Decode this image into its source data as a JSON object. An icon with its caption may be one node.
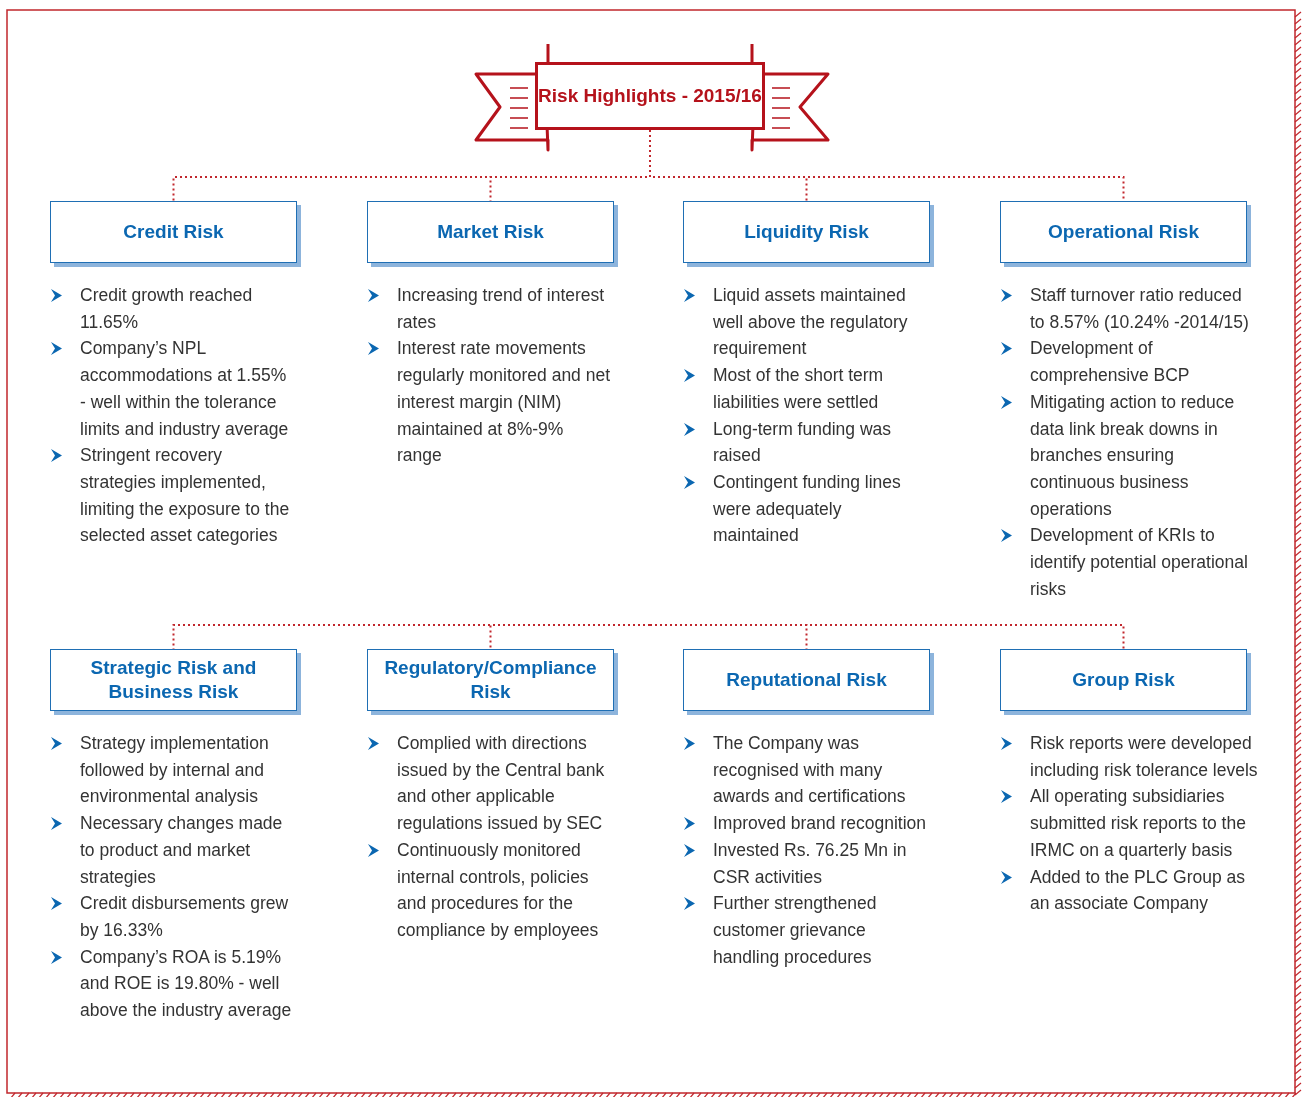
{
  "diagram": {
    "nodes": [
      {
        "text": [
          "Risk Highlights - 2015/16"
        ]
      },
      {
        "text": [
          "Credit Risk"
        ],
        "beside": [
          "Credit growth reached 11.65%",
          "Company’s NPL accommodations at 1.55% - well within the tolerance limits and industry average",
          "Stringent recovery strategies implemented, limiting the exposure to the selected asset categories"
        ]
      },
      {
        "text": [
          "Market Risk"
        ],
        "beside": [
          "Increasing trend of interest rates",
          "Interest rate movements regularly monitored and net interest margin (NIM) maintained at 8%-9% range"
        ]
      },
      {
        "text": [
          "Liquidity Risk"
        ],
        "beside": [
          "Liquid assets maintained well above the regulatory requirement",
          "Most of the short term liabilities were settled",
          "Long-term funding was raised",
          "Contingent funding lines were adequately maintained"
        ]
      },
      {
        "text": [
          "Operational Risk"
        ],
        "beside": [
          "Staff turnover ratio reduced to 8.57% (10.24% -2014/15)",
          "Development of comprehensive BCP",
          "Mitigating action to reduce data link break downs in branches ensuring continuous business operations",
          "Development of KRIs to identify potential operational risks"
        ]
      },
      {
        "text": [
          "Strategic Risk and Business Risk"
        ],
        "beside": [
          "Strategy implementation followed by internal and environmental analysis",
          "Necessary changes made to product and market strategies",
          "Credit disbursements grew by 16.33%",
          "Company’s ROA is 5.19% and ROE is 19.80% - well above the industry average"
        ]
      },
      {
        "text": [
          "Regulatory/Compliance Risk"
        ],
        "beside": [
          "Complied with directions issued by the Central bank and other applicable regulations issued by SEC",
          "Continuously monitored internal controls, policies and procedures for the compliance by employees"
        ]
      },
      {
        "text": [
          "Reputational Risk"
        ],
        "beside": [
          "The Company was recognised with many awards and certifications",
          "Improved brand recognition",
          "Invested Rs. 76.25 Mn in CSR activities",
          "Further strengthened customer grievance handling procedures"
        ]
      },
      {
        "text": [
          "Group Risk"
        ],
        "beside": [
          "Risk reports were developed including risk tolerance levels",
          "All operating subsidiaries submitted risk reports to the IRMC on a quarterly basis",
          "Added to the PLC Group as an associate Company"
        ]
      }
    ],
    "edges": [
      {
        "from": 0,
        "to": 1,
        "arrow": "none",
        "style": "dashed"
      },
      {
        "from": 0,
        "to": 2,
        "arrow": "none",
        "style": "dashed"
      },
      {
        "from": 0,
        "to": 3,
        "arrow": "none",
        "style": "dashed"
      },
      {
        "from": 0,
        "to": 4,
        "arrow": "none",
        "style": "dashed"
      },
      {
        "from": null,
        "to": 5,
        "arrow": "none",
        "style": "dashed"
      },
      {
        "from": null,
        "to": 6,
        "arrow": "none",
        "style": "dashed"
      },
      {
        "from": null,
        "to": 7,
        "arrow": "none",
        "style": "dashed"
      },
      {
        "from": null,
        "to": 8,
        "arrow": "none",
        "style": "dashed"
      }
    ]
  }
}
